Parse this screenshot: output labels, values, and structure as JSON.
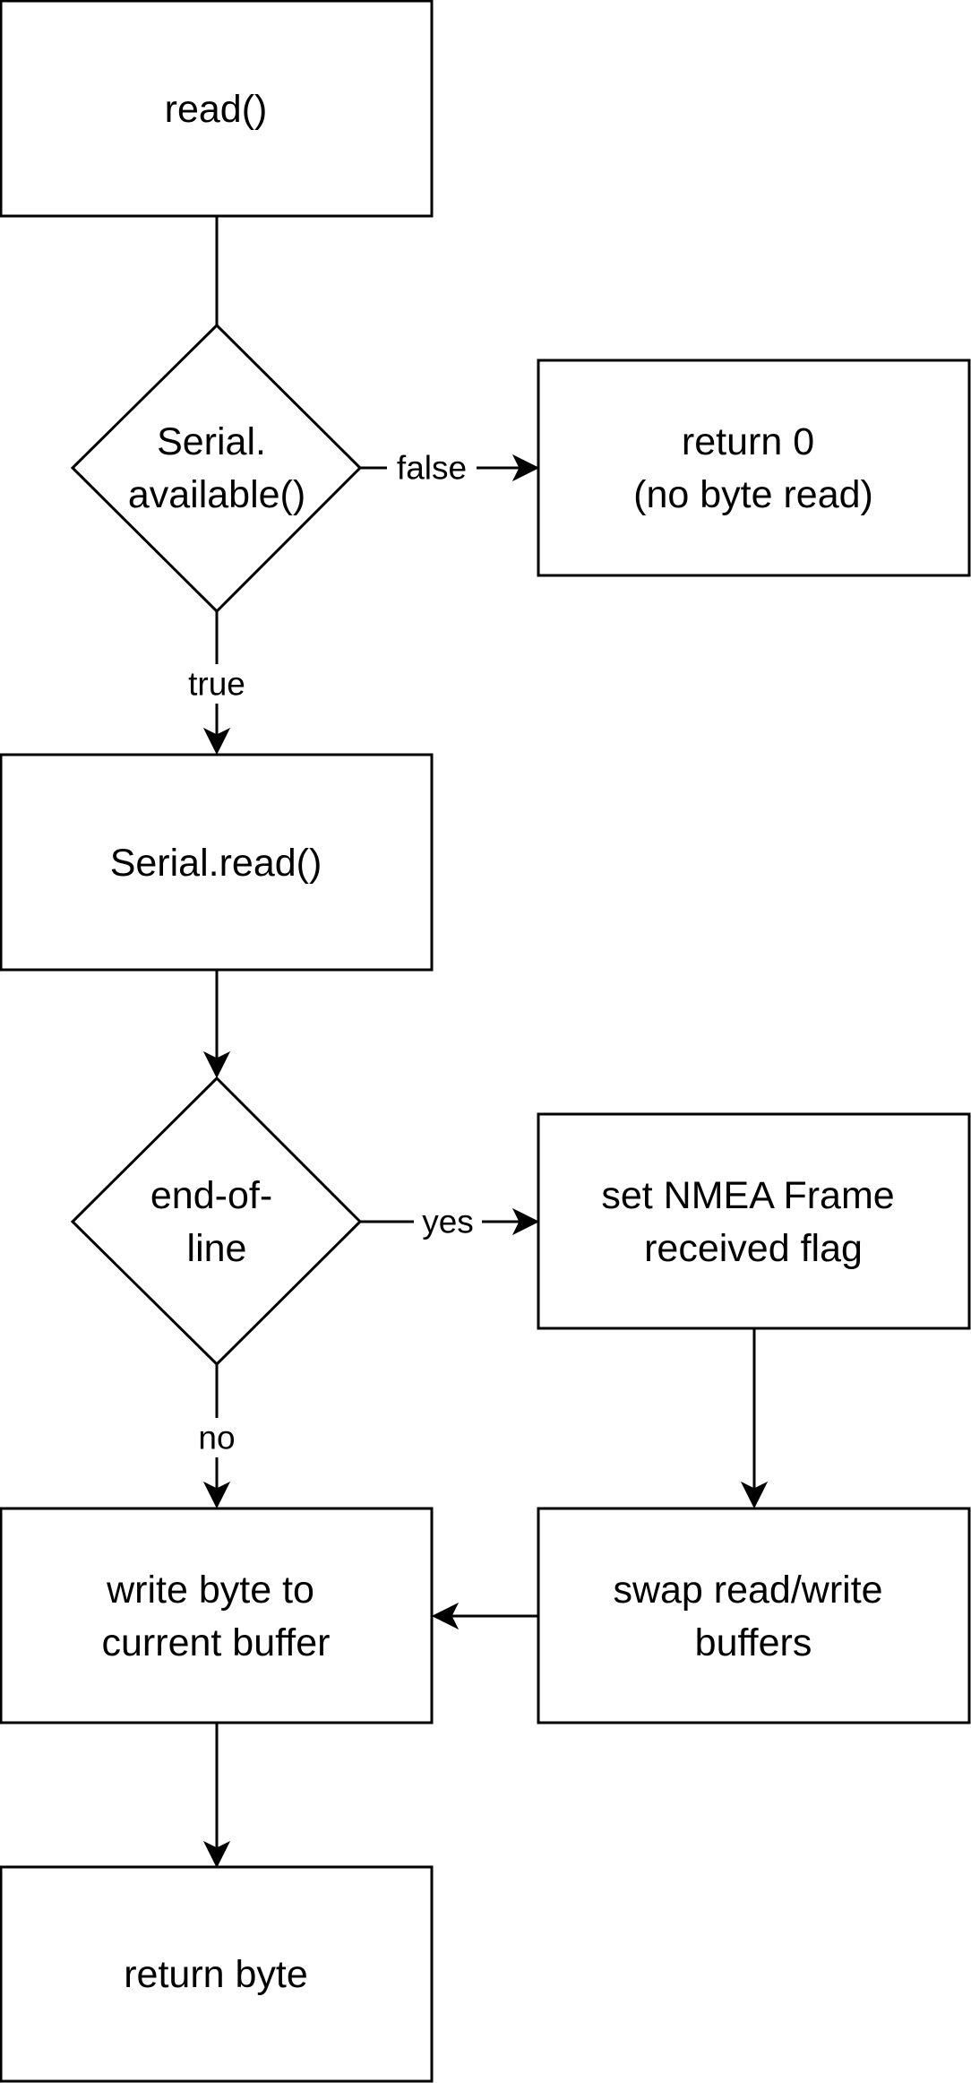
{
  "diagram": {
    "nodes": {
      "read": {
        "shape": "process",
        "lines": [
          "read()"
        ]
      },
      "serial_available": {
        "shape": "decision",
        "lines": [
          "Serial.",
          "available()"
        ]
      },
      "return_zero": {
        "shape": "process",
        "lines": [
          "return 0",
          "(no byte read)"
        ]
      },
      "serial_read": {
        "shape": "process",
        "lines": [
          "Serial.read()"
        ]
      },
      "end_of_line": {
        "shape": "decision",
        "lines": [
          "end-of-",
          "line"
        ]
      },
      "set_flag": {
        "shape": "process",
        "lines": [
          "set NMEA Frame",
          "received flag"
        ]
      },
      "write_byte": {
        "shape": "process",
        "lines": [
          "write byte to",
          "current buffer"
        ]
      },
      "swap_buffers": {
        "shape": "process",
        "lines": [
          "swap read/write",
          "buffers"
        ]
      },
      "return_byte": {
        "shape": "process",
        "lines": [
          "return byte"
        ]
      }
    },
    "edges": [
      {
        "from": "read",
        "to": "serial_available",
        "label": ""
      },
      {
        "from": "serial_available",
        "to": "return_zero",
        "label": "false"
      },
      {
        "from": "serial_available",
        "to": "serial_read",
        "label": "true"
      },
      {
        "from": "serial_read",
        "to": "end_of_line",
        "label": ""
      },
      {
        "from": "end_of_line",
        "to": "set_flag",
        "label": "yes"
      },
      {
        "from": "end_of_line",
        "to": "write_byte",
        "label": "no"
      },
      {
        "from": "set_flag",
        "to": "swap_buffers",
        "label": ""
      },
      {
        "from": "swap_buffers",
        "to": "write_byte",
        "label": ""
      },
      {
        "from": "write_byte",
        "to": "return_byte",
        "label": ""
      }
    ]
  }
}
